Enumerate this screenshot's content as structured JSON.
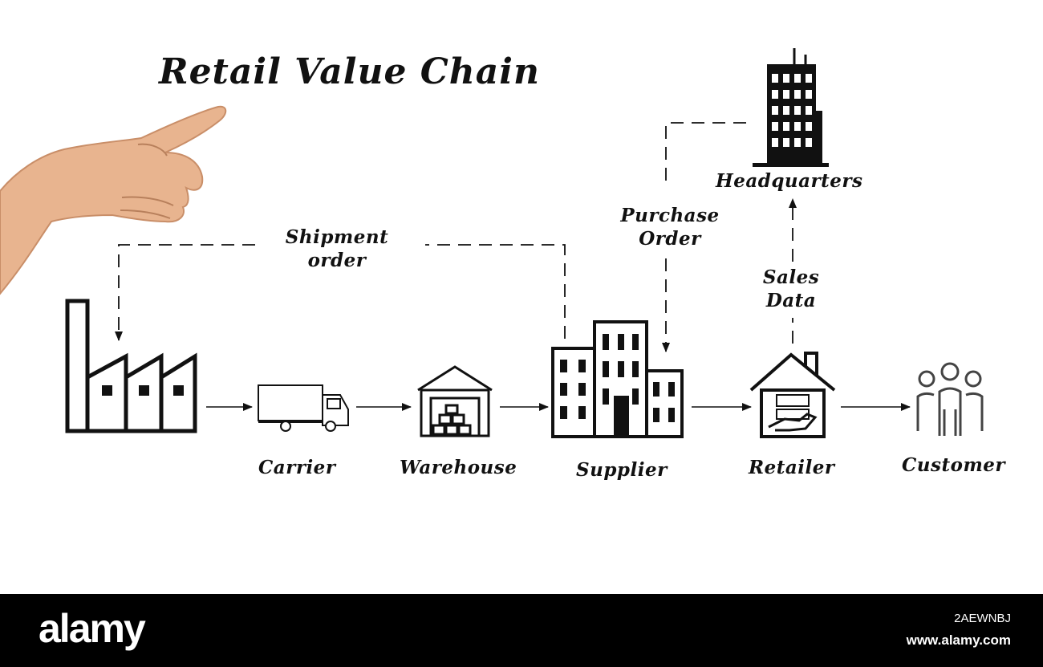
{
  "diagram": {
    "title": "Retail Value Chain",
    "nodes": {
      "factory": "",
      "carrier": "Carrier",
      "warehouse": "Warehouse",
      "supplier": "Supplier",
      "retailer": "Retailer",
      "customer": "Customer",
      "headquarters": "Headquarters"
    },
    "edges": {
      "shipment_order": [
        "Shipment",
        "order"
      ],
      "purchase_order": [
        "Purchase",
        "Order"
      ],
      "sales_data": [
        "Sales",
        "Data"
      ]
    },
    "icons": [
      "factory-icon",
      "truck-icon",
      "warehouse-icon",
      "buildings-icon",
      "store-house-icon",
      "people-group-icon",
      "skyscraper-icon",
      "pointing-hand"
    ]
  },
  "watermark": {
    "brand": "alamy",
    "image_id": "2AEWNBJ",
    "url": "www.alamy.com"
  },
  "colors": {
    "ink": "#111111",
    "background": "#ffffff",
    "footer": "#000000",
    "skin": "#e8b48f"
  }
}
